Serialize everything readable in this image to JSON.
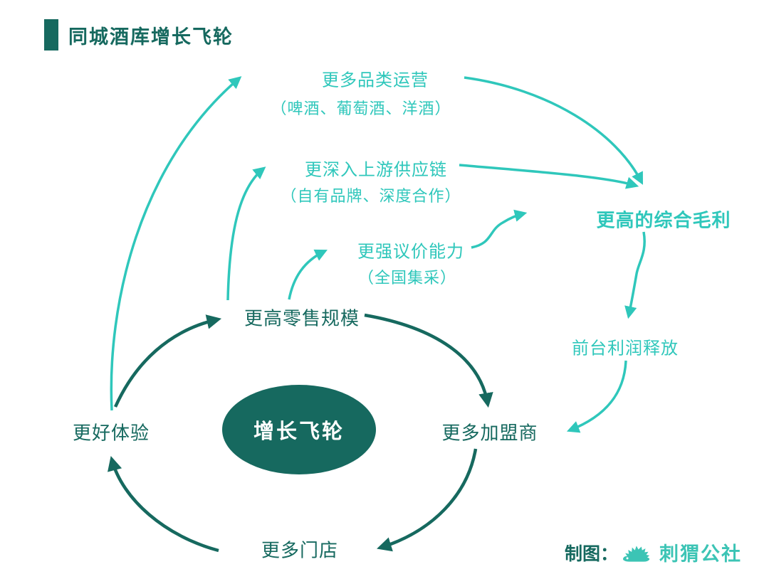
{
  "title": {
    "text": "同城酒库增长飞轮"
  },
  "colors": {
    "dark_teal": "#16695f",
    "light_teal": "#2fc7bb"
  },
  "center": {
    "label": "增长飞轮"
  },
  "flywheel_nodes": [
    {
      "id": "retail-scale",
      "label": "更高零售规模"
    },
    {
      "id": "franchisees",
      "label": "更多加盟商"
    },
    {
      "id": "stores",
      "label": "更多门店"
    },
    {
      "id": "experience",
      "label": "更好体验"
    }
  ],
  "branches": [
    {
      "id": "categories",
      "label": "更多品类运营",
      "sub": "（啤酒、葡萄酒、洋酒）"
    },
    {
      "id": "supply-chain",
      "label": "更深入上游供应链",
      "sub": "（自有品牌、深度合作）"
    },
    {
      "id": "bargaining",
      "label": "更强议价能力",
      "sub": "（全国集采）"
    }
  ],
  "outcomes": [
    {
      "id": "gross-profit",
      "label": "更高的综合毛利"
    },
    {
      "id": "profit-release",
      "label": "前台利润释放"
    }
  ],
  "credit": {
    "prefix": "制图：",
    "brand": "刺猬公社"
  }
}
